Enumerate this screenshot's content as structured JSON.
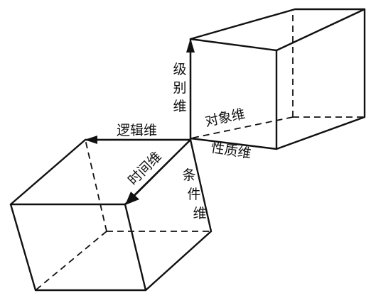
{
  "axes": {
    "level": "级别维",
    "object": "对象维",
    "property": "性质维",
    "logic": "逻辑维",
    "time": "时间维",
    "condition": "条件维"
  }
}
